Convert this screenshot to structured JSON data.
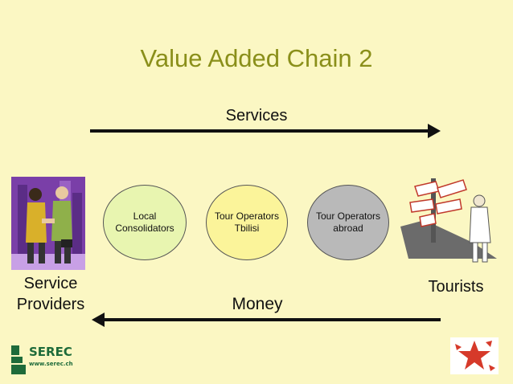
{
  "title": "Value Added Chain 2",
  "flows": {
    "top_label": "Services",
    "bottom_label": "Money"
  },
  "nodes": [
    {
      "label": "Local\nConsolidators",
      "color": "#e8f5b0"
    },
    {
      "label": "Tour Operators\nTbilisi",
      "color": "#fbf49a"
    },
    {
      "label": "Tour Operators\nabroad",
      "color": "#b9b9b9"
    }
  ],
  "endpoints": {
    "left": "Service\nProviders",
    "right": "Tourists"
  },
  "logo": {
    "name": "SEREC",
    "url": "www.serec.ch"
  },
  "colors": {
    "background": "#fbf7c3",
    "title": "#8a8f1a",
    "arrow": "#111111"
  }
}
